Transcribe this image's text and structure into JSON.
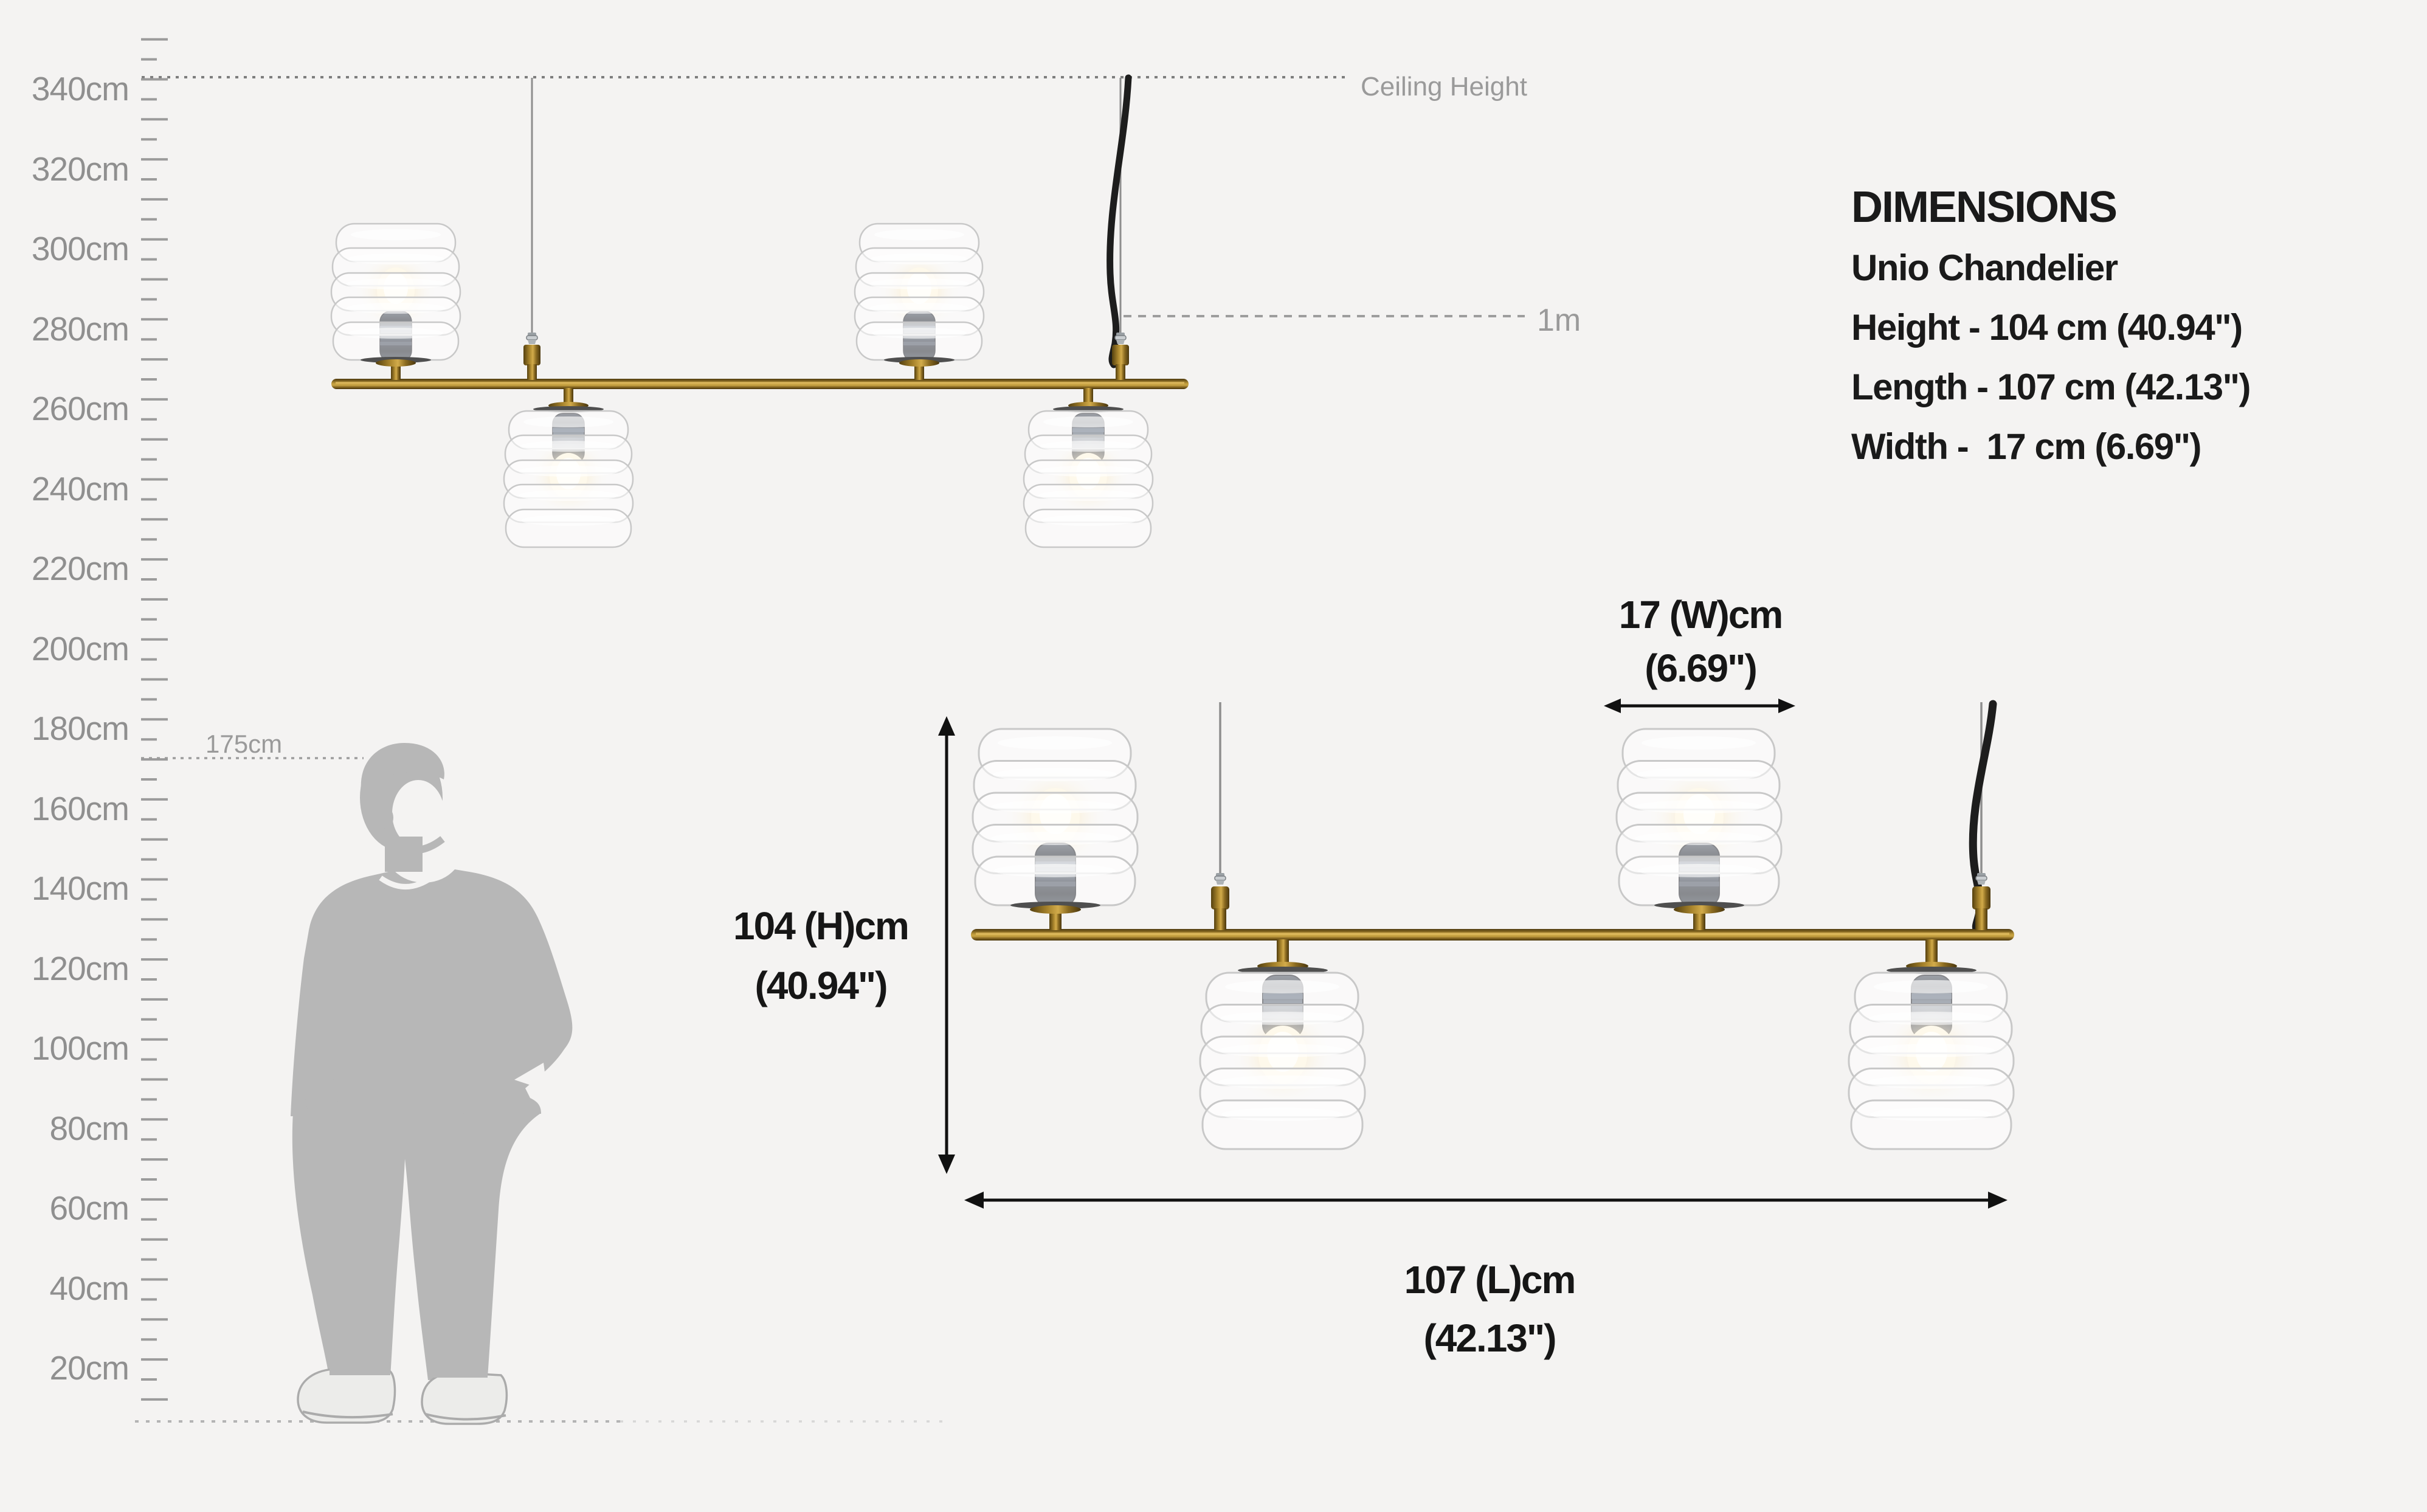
{
  "ruler": {
    "unit": "cm",
    "labels": [
      "340cm",
      "320cm",
      "300cm",
      "280cm",
      "260cm",
      "240cm",
      "220cm",
      "200cm",
      "180cm",
      "160cm",
      "140cm",
      "120cm",
      "100cm",
      "80cm",
      "60cm",
      "40cm",
      "20cm"
    ]
  },
  "ceiling": {
    "label": "Ceiling Height"
  },
  "suspension": {
    "label": "1m"
  },
  "person": {
    "height_label": "175cm"
  },
  "callouts": {
    "width": {
      "line1": "17 (W)cm",
      "line2": "(6.69\")"
    },
    "height": {
      "line1": "104 (H)cm",
      "line2": "(40.94\")"
    },
    "length": {
      "line1": "107 (L)cm",
      "line2": "(42.13\")"
    }
  },
  "dimensions_panel": {
    "title": "DIMENSIONS",
    "product": "Unio Chandelier",
    "lines": [
      "Height - 104 cm (40.94\")",
      "Length - 107 cm (42.13\")",
      "Width -  17 cm (6.69\")"
    ]
  },
  "colors": {
    "background": "#f4f3f2",
    "ruler_gray": "#9b9b9b",
    "label_gray": "#8f8f8f",
    "text_black": "#161616",
    "brass": "#c09b3c",
    "cable_black": "#1d1d1d",
    "glass_stroke": "#c8c8c8",
    "person_gray": "#b7b7b7"
  }
}
